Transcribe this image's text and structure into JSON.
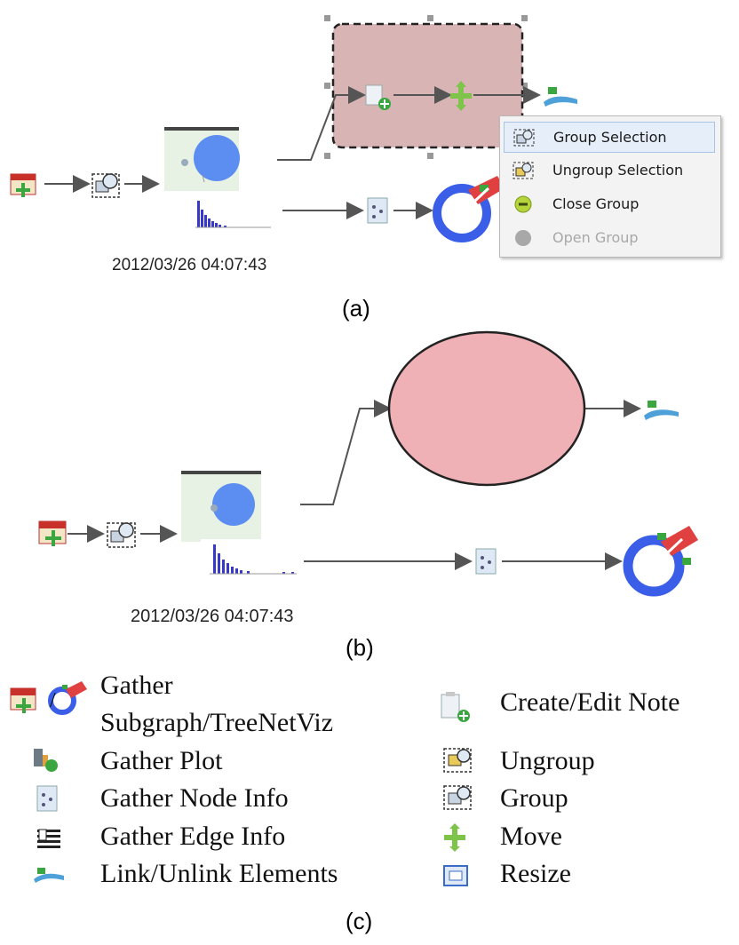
{
  "panel_a": {
    "timestamp": "2012/03/26 04:07:43",
    "caption": "(a)",
    "context_menu": {
      "items": [
        {
          "label": "Group Selection",
          "state": "highlighted"
        },
        {
          "label": "Ungroup Selection",
          "state": "enabled"
        },
        {
          "label": "Close Group",
          "state": "enabled"
        },
        {
          "label": "Open Group",
          "state": "disabled"
        }
      ]
    }
  },
  "panel_b": {
    "timestamp": "2012/03/26 04:07:43",
    "caption": "(b)"
  },
  "legend": {
    "caption": "(c)",
    "left_items": [
      {
        "label_line1": "Gather",
        "label_line2": "Subgraph/TreeNetViz",
        "separator": "/",
        "icon": "calendar-add-icon"
      },
      {
        "label": "Gather Plot",
        "icon": "plot-icon"
      },
      {
        "label": "Gather Node Info",
        "icon": "node-info-icon"
      },
      {
        "label": "Gather Edge Info",
        "icon": "edge-info-icon"
      },
      {
        "label": "Link/Unlink Elements",
        "icon": "link-icon"
      }
    ],
    "right_items": [
      {
        "label": "Create/Edit Note",
        "icon": "note-icon"
      },
      {
        "label": "Ungroup",
        "icon": "ungroup-icon"
      },
      {
        "label": "Group",
        "icon": "group-icon"
      },
      {
        "label": "Move",
        "icon": "move-icon"
      },
      {
        "label": "Resize",
        "icon": "resize-icon"
      }
    ]
  },
  "colors": {
    "group_fill": "#d8b4b4",
    "ellipse_fill": "#efb1b6",
    "link_blue": "#3b5ee8",
    "thumb_bg": "#e8f2e4",
    "green": "#6cc24a",
    "edge_gray": "#555555"
  }
}
